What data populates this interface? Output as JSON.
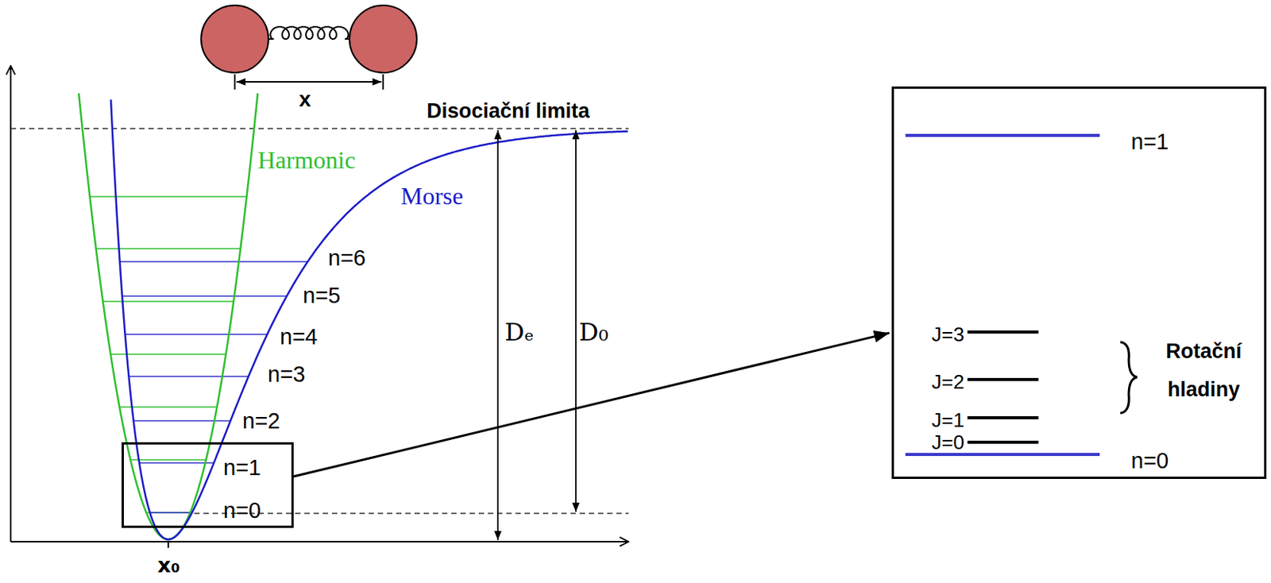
{
  "diagram": {
    "nodes": [
      {
        "text": [
          "n=1",
          "n=0"
        ]
      },
      {
        "text": [
          "n=1",
          "J=3",
          "J=2",
          "J=1",
          "J=0",
          "Rotační hladiny",
          "n=0"
        ]
      }
    ],
    "edges": [
      {
        "from": 0,
        "to": 1,
        "arrow": "to"
      }
    ],
    "labels": [
      "x",
      "Disociační limita",
      "Harmonic",
      "Morse",
      "n=6",
      "n=5",
      "n=4",
      "n=3",
      "n=2",
      "Dₑ",
      "D₀",
      "x₀"
    ]
  }
}
